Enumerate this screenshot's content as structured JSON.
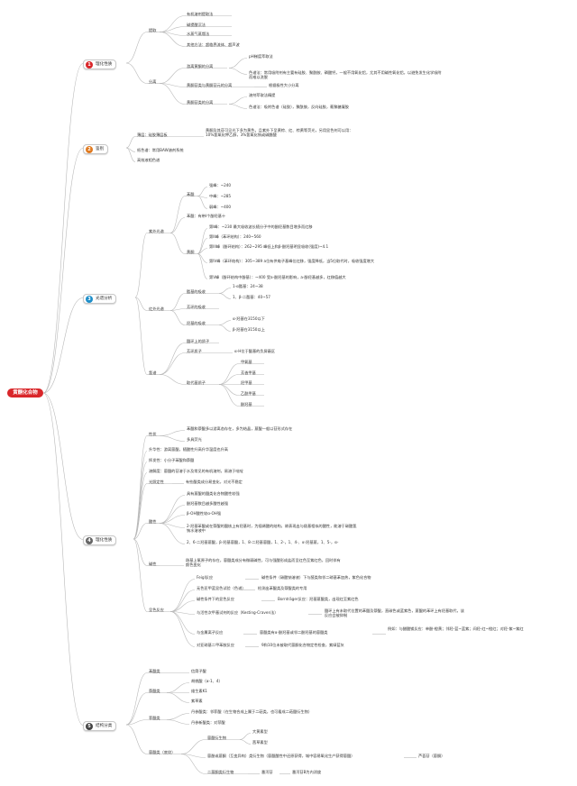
{
  "root": "黄酮化合物",
  "branches": [
    {
      "id": "b1",
      "num": "1",
      "label": "理化性质",
      "color": "#d9262a"
    },
    {
      "id": "b2",
      "num": "2",
      "label": "鉴别",
      "color": "#e07a20"
    },
    {
      "id": "b3",
      "num": "3",
      "label": "光谱分析",
      "color": "#1d8ec9"
    },
    {
      "id": "b4",
      "num": "4",
      "label": "理化性质",
      "color": "#666666"
    },
    {
      "id": "b5",
      "num": "5",
      "label": "结构分类",
      "color": "#444444"
    }
  ],
  "b1": {
    "extract": {
      "label": "提取",
      "items": [
        "有机溶剂提取法",
        "碱提酸沉法",
        "水蒸气蒸馏法",
        "其他方法：超临界流体、超声波"
      ]
    },
    "separate": {
      "label": "分离",
      "free": {
        "label": "游离黄酮的分离",
        "items": [
          "pH梯度萃取法",
          "色谱法：常用吸附剂有主要有硅胶、聚酰胺、磷酸钙，一般不用氧化铝，尤其不用碱性氧化铝，以避免发生化学吸附而难以洗脱"
        ]
      },
      "glyco_vs_free": {
        "label": "黄酮苷类与黄酮苷元的分离",
        "item": "根据极性大小分离"
      },
      "glyco": {
        "label": "黄酮苷类的分离",
        "items": [
          "溶剂萃取法精提",
          "色谱法：吸附色谱（硅胶），聚酰胺，反向硅胶，葡聚糖凝胶"
        ]
      }
    }
  },
  "b2": {
    "items": [
      "薄层：硅胶薄层板",
      "纸色谱：常用BAW溶剂系统",
      "高效液相色谱"
    ],
    "tlc_detail": "黄酮及其苷可见光下多为黄色，且紫外下呈黄棕、红、棕黄等荧光，另用显色剂可以用：10%氢氧化钾乙醇，3%氢氧化钠或碱醋酸"
  },
  "b3": {
    "uv": {
      "label": "紫外光谱",
      "benzopyran": {
        "label": "苯醌",
        "items": [
          "强峰：~240",
          "中峰：~285",
          "弱峰：~400"
        ]
      },
      "rule": "苯醌：有带I个酚羟基十",
      "phenyl": {
        "label": "黄酮",
        "items": [
          "第I峰：~230 最大吸收波长随分子中的酚羟基数目增多而红移",
          "第II峰（苯环结构）：240~560",
          "第III峰（酚环结构）：262~295 峰低上和β-酚羟基明显吸收(强度)~4.1",
          "第IV峰（苯环结构）：305~389 a位有供电子基峰位红移，强度降低，当5位取代时，吸收强度增大",
          "第V峰（酚环结构中酚基）：~400 受a-酚羟基的影响，a-酚羟基越多，红移值越大"
        ]
      }
    },
    "ir": {
      "label": "红外光谱",
      "carbonyl": {
        "label": "酯基的吸收",
        "items": [
          "1-α酯基：24~38",
          "1、β-二酯基：40~57"
        ]
      },
      "benzene": {
        "label": "芳环的吸收"
      },
      "hydroxyl": {
        "label": "羟基的吸收",
        "items": [
          "α-羟基在3150以下",
          "β-羟基在3150以上"
        ]
      }
    },
    "nmr": {
      "label": "氢谱",
      "items": [
        {
          "label": "醌环上的质子"
        },
        {
          "label": "芳环质子",
          "detail": "α-H位于醌基的负屏蔽区"
        },
        {
          "label": "取代基质子",
          "children": [
            "甲氧基",
            "芳香甲基",
            "羟甲基",
            "乙酰甲基",
            "酚羟基"
          ]
        }
      ]
    }
  },
  "b4": {
    "state": {
      "label": "性状",
      "items": [
        "苯醌和萘醌多以游离态存在，多为结晶，蒽醌一般以苷形式存在",
        "多具荧光"
      ]
    },
    "sublimation": "升华性：游离蒽醌，随酸性升高升华温度也升高",
    "volatility": "挥发性：小分子苯醌和萘醌",
    "solubility": "溶解度：蒽醌的苷溶于水及常见的有机溶剂，易溶于吡啶",
    "stability": {
      "label": "光照定性",
      "item": "有些醌类成分易变化，对光不稳定"
    },
    "acidity": {
      "label": "酸性",
      "items": [
        "具有蒽醌的醌类化合物酸性较强",
        "酚羟基数目越多酸性越强",
        "β-OH酸性较α-OH强",
        "2-羟基苯醌或在萘醌的醌核上有羟基时，为插烯酸的结构，故表现出与羧基相似的酸性，能溶于碳酸氢钠水溶液中",
        "2、6-二羟基蒽醌，β-羟基蒽醌，1、8-二羟基蒽醌，1、2-，1、4-、α-羟基蒽，1、5-，α-"
      ]
    },
    "basicity": {
      "label": "碱性",
      "item": "羰基上氧原子的存在，蒽醌类成分有微弱碱性，可与强酸形成盐而呈红色至紫红色，回时伴有颜色变化"
    },
    "color_rx": {
      "label": "呈色反应",
      "items": [
        {
          "label": "Feigl反应",
          "detail": "碱性条件（碳酸钠溶液）下与醛类和邻二硝基苯加热，紫色化合物"
        },
        {
          "label": "无色亚甲蓝显色试验（色谱）",
          "detail": "检测出苯醌类及萘醌类的专用"
        },
        {
          "label": "碱性条件下的显色反应",
          "detail": "Bornträger反应：羟基蒽醌类，出现红至紫红色"
        },
        {
          "label": "与活性次甲基试剂的反应（Kesting-Craven法）",
          "detail": "醌环上有未取代位置的苯醌及萘醌，直碳色或蓝紫色，蒽醌的苯环上有羟基取代，该反应会被抑制"
        },
        {
          "label": "与金属离子反应",
          "detail": "蒽醌类有α-酚羟基或邻二酚羟基的蒽醌类",
          "extra": "例如：与醋酸镁反应：单酚-橙黄；邻羟-蓝~蓝紫；间羟-红~橙红；对羟-紫~紫红"
        },
        {
          "label": "对亚硝基二甲苯胺反应",
          "detail": "9和10位未被取代蒽酮化合物定性检查，紫绿蓝灰"
        }
      ]
    }
  },
  "b5": {
    "benzoquinone": {
      "label": "苯醌类",
      "items": [
        "信筒子醌"
      ]
    },
    "naphthoquinone": {
      "label": "萘醌类",
      "items": [
        "胡桃醌（α-1、4）",
        "维生素K1",
        "紫草素"
      ]
    },
    "phenanthrene": {
      "label": "菲醌类",
      "items": [
        "丹参醌类：邻菲醌（在生物合成上属于二萜类，也可看成二萜醌衍生物）",
        "丹参新醌类：对菲醌"
      ]
    },
    "anthraquinone": {
      "label": "蒽醌类（底纹）",
      "mono": {
        "label": "蒽醌衍生物",
        "items": [
          "大黄素型",
          "茜草素型"
        ]
      },
      "reduced": {
        "label": "蒽酚或蒽酮（互变异构）类衍生物（蒽醌酸性中还原获得，城中容易氧化生产获得蒽醌）",
        "item": "芦荟苷（蒽酮）"
      },
      "dimer": {
        "label": "二蒽酮类衍生物",
        "child": "番泻苷",
        "detail": "番泻苷B为内消旋"
      }
    }
  }
}
